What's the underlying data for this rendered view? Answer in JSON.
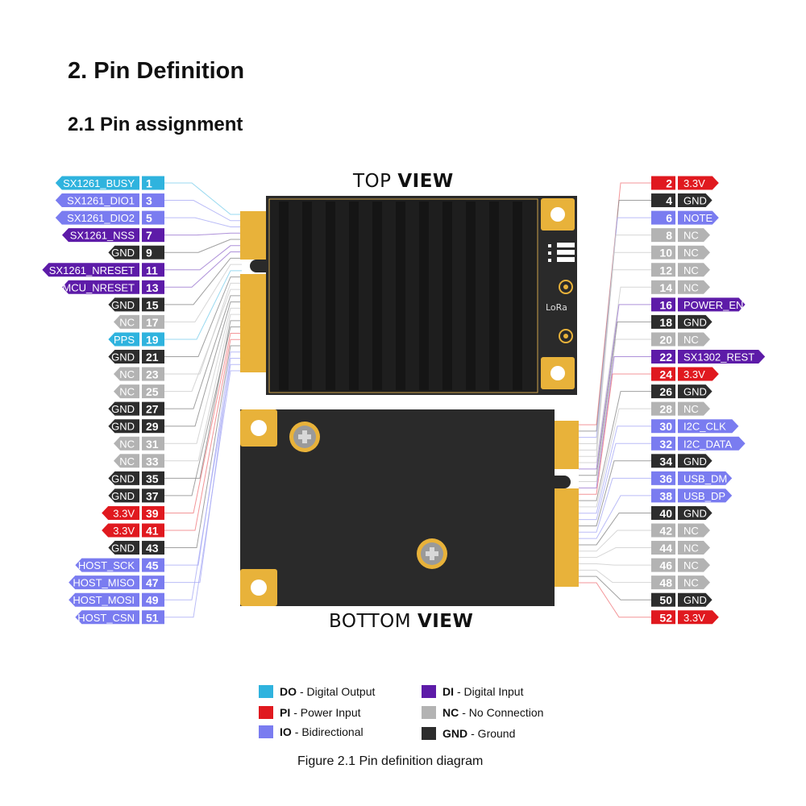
{
  "heading": "2.  Pin Definition",
  "subheading": "2.1  Pin assignment",
  "top_view": {
    "prefix": "TOP ",
    "bold": "VIEW"
  },
  "bottom_view": {
    "prefix": "BOTTOM ",
    "bold": "VIEW"
  },
  "module_logo": "LoRa",
  "colors": {
    "DO": "#2fb3de",
    "DI": "#5d1ba8",
    "PI": "#e0191f",
    "IO": "#7a7cf0",
    "NC": "#b3b3b3",
    "GND": "#2d2d2d",
    "gold": "#e8b23a",
    "pcb": "#2a2a2a"
  },
  "left_pins": [
    {
      "num": "1",
      "label": "SX1261_BUSY",
      "type": "DO"
    },
    {
      "num": "3",
      "label": "SX1261_DIO1",
      "type": "IO"
    },
    {
      "num": "5",
      "label": "SX1261_DIO2",
      "type": "IO"
    },
    {
      "num": "7",
      "label": "SX1261_NSS",
      "type": "DI"
    },
    {
      "num": "9",
      "label": "GND",
      "type": "GND"
    },
    {
      "num": "11",
      "label": "SX1261_NRESET",
      "type": "DI"
    },
    {
      "num": "13",
      "label": "MCU_NRESET",
      "type": "DI"
    },
    {
      "num": "15",
      "label": "GND",
      "type": "GND"
    },
    {
      "num": "17",
      "label": "NC",
      "type": "NC"
    },
    {
      "num": "19",
      "label": "PPS",
      "type": "DO"
    },
    {
      "num": "21",
      "label": "GND",
      "type": "GND"
    },
    {
      "num": "23",
      "label": "NC",
      "type": "NC"
    },
    {
      "num": "25",
      "label": "NC",
      "type": "NC"
    },
    {
      "num": "27",
      "label": "GND",
      "type": "GND"
    },
    {
      "num": "29",
      "label": "GND",
      "type": "GND"
    },
    {
      "num": "31",
      "label": "NC",
      "type": "NC"
    },
    {
      "num": "33",
      "label": "NC",
      "type": "NC"
    },
    {
      "num": "35",
      "label": "GND",
      "type": "GND"
    },
    {
      "num": "37",
      "label": "GND",
      "type": "GND"
    },
    {
      "num": "39",
      "label": "3.3V",
      "type": "PI"
    },
    {
      "num": "41",
      "label": "3.3V",
      "type": "PI"
    },
    {
      "num": "43",
      "label": "GND",
      "type": "GND"
    },
    {
      "num": "45",
      "label": "HOST_SCK",
      "type": "IO"
    },
    {
      "num": "47",
      "label": "HOST_MISO",
      "type": "IO"
    },
    {
      "num": "49",
      "label": "HOST_MOSI",
      "type": "IO"
    },
    {
      "num": "51",
      "label": "HOST_CSN",
      "type": "IO"
    }
  ],
  "right_pins": [
    {
      "num": "2",
      "label": "3.3V",
      "type": "PI"
    },
    {
      "num": "4",
      "label": "GND",
      "type": "GND"
    },
    {
      "num": "6",
      "label": "NOTE",
      "type": "IO"
    },
    {
      "num": "8",
      "label": "NC",
      "type": "NC"
    },
    {
      "num": "10",
      "label": "NC",
      "type": "NC"
    },
    {
      "num": "12",
      "label": "NC",
      "type": "NC"
    },
    {
      "num": "14",
      "label": "NC",
      "type": "NC"
    },
    {
      "num": "16",
      "label": "POWER_EN",
      "type": "DI"
    },
    {
      "num": "18",
      "label": "GND",
      "type": "GND"
    },
    {
      "num": "20",
      "label": "NC",
      "type": "NC"
    },
    {
      "num": "22",
      "label": "SX1302_REST",
      "type": "DI"
    },
    {
      "num": "24",
      "label": "3.3V",
      "type": "PI"
    },
    {
      "num": "26",
      "label": "GND",
      "type": "GND"
    },
    {
      "num": "28",
      "label": "NC",
      "type": "NC"
    },
    {
      "num": "30",
      "label": "I2C_CLK",
      "type": "IO"
    },
    {
      "num": "32",
      "label": "I2C_DATA",
      "type": "IO"
    },
    {
      "num": "34",
      "label": "GND",
      "type": "GND"
    },
    {
      "num": "36",
      "label": "USB_DM",
      "type": "IO"
    },
    {
      "num": "38",
      "label": "USB_DP",
      "type": "IO"
    },
    {
      "num": "40",
      "label": "GND",
      "type": "GND"
    },
    {
      "num": "42",
      "label": "NC",
      "type": "NC"
    },
    {
      "num": "44",
      "label": "NC",
      "type": "NC"
    },
    {
      "num": "46",
      "label": "NC",
      "type": "NC"
    },
    {
      "num": "48",
      "label": "NC",
      "type": "NC"
    },
    {
      "num": "50",
      "label": "GND",
      "type": "GND"
    },
    {
      "num": "52",
      "label": "3.3V",
      "type": "PI"
    }
  ],
  "legend": [
    {
      "code": "DO",
      "desc": " - Digital Output"
    },
    {
      "code": "PI",
      "desc": " - Power Input"
    },
    {
      "code": "IO",
      "desc": " -  Bidirectional"
    },
    {
      "code": "DI",
      "desc": " - Digital Input"
    },
    {
      "code": "NC",
      "desc": " - No Connection"
    },
    {
      "code": "GND",
      "desc": " - Ground"
    }
  ],
  "caption": "Figure 2.1 Pin definition diagram"
}
